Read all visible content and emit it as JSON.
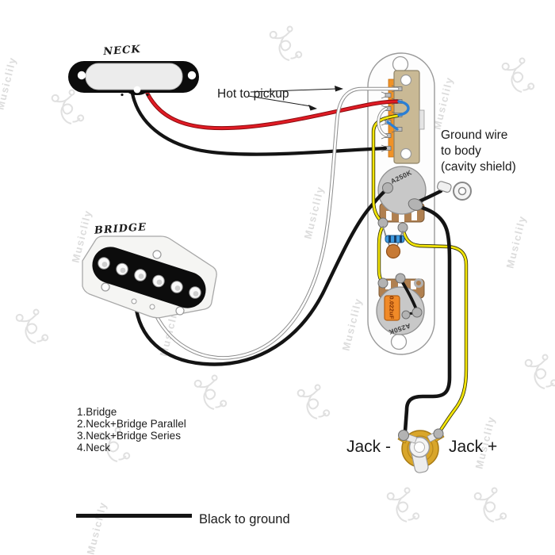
{
  "watermark": {
    "text": "Musiclily"
  },
  "labels": {
    "neck_pickup": "NECK",
    "bridge_pickup": "BRIDGE",
    "hot_to_pickup": "Hot to pickup",
    "ground_wire_line1": "Ground wire",
    "ground_wire_line2": "to body",
    "ground_wire_line3": "(cavity shield)",
    "jack_minus": "Jack -",
    "jack_plus": "Jack +",
    "black_to_ground": "Black to ground"
  },
  "switch_positions": [
    "1.Bridge",
    "2.Neck+Bridge Parallel",
    "3.Neck+Bridge Series",
    "4.Neck"
  ],
  "components": {
    "volume_pot_label": "A250K",
    "tone_pot_label": "A250K",
    "tone_cap_label": "0.022uF"
  },
  "colors": {
    "hot_wire_red": "#d41920",
    "ground_wire_black": "#141414",
    "output_wire_yellow": "#f2e40a",
    "jumper_wire_blue": "#2b7fd4",
    "switch_body_tan": "#c9b995",
    "switch_strip_orange": "#f09226",
    "pot_gray": "#c8c8c8",
    "pot_base_brown": "#b08050",
    "capacitor_orange": "#f08a28",
    "jack_gold": "#d9a62a",
    "watermark_gray": "#dcdcdc"
  }
}
